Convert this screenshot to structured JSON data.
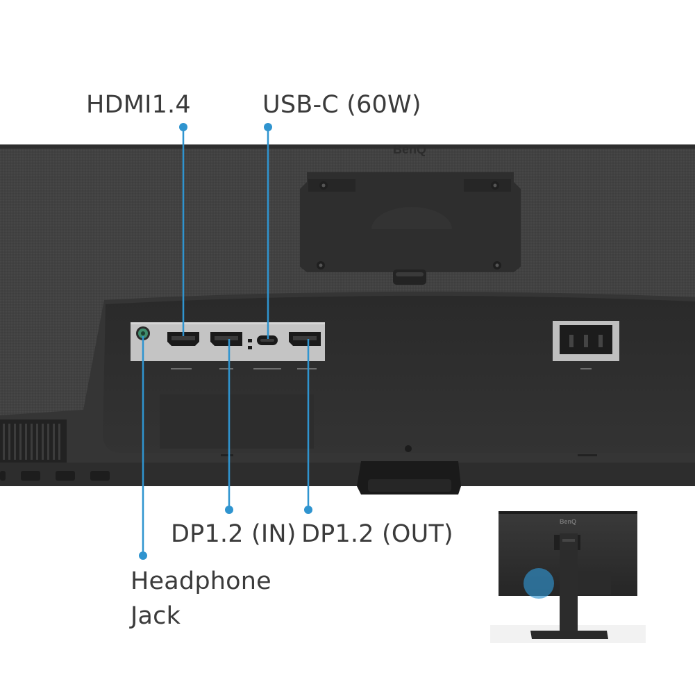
{
  "callouts": {
    "hdmi": "HDMI1.4",
    "usbc": "USB-C (60W)",
    "dp_in": "DP1.2 (IN)",
    "dp_out": "DP1.2 (OUT)",
    "headphone_line1": "Headphone",
    "headphone_line2": "Jack"
  },
  "logo": {
    "back_panel": "BenQ",
    "thumbnail": "BenQ"
  },
  "colors": {
    "callout_blue": "#2f94cf",
    "monitor_body": "#3d3d3d",
    "io_panel": "#c4c4c4",
    "text": "#3b3b3b"
  }
}
